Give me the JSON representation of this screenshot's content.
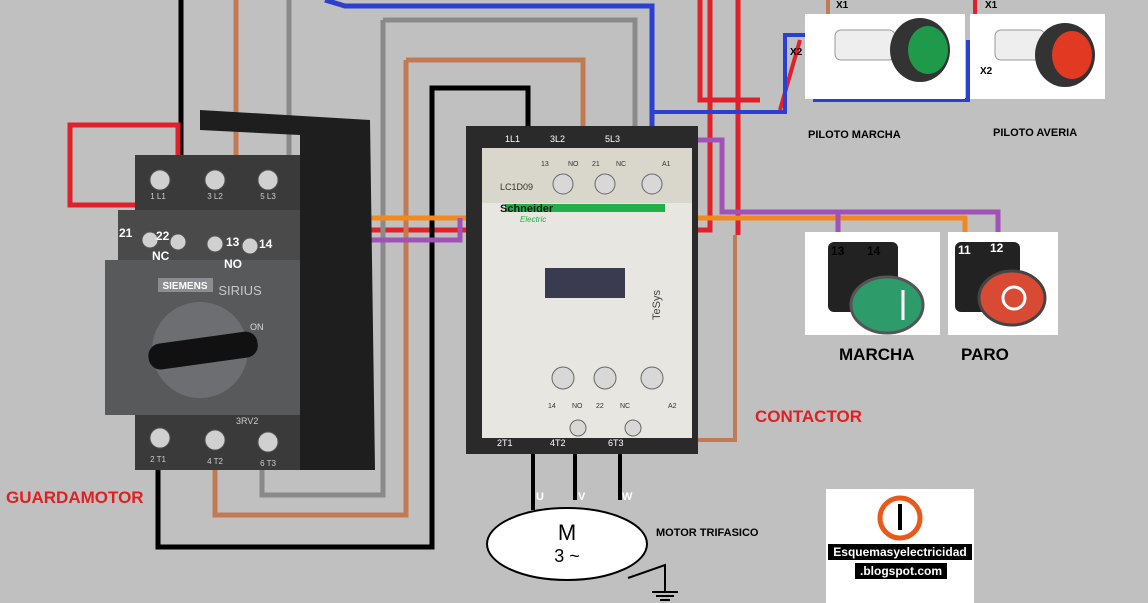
{
  "labels": {
    "guardamotor": "GUARDAMOTOR",
    "contactor": "CONTACTOR",
    "motor": "MOTOR TRIFASICO",
    "piloto_marcha": "PILOTO MARCHA",
    "piloto_averia": "PILOTO AVERIA",
    "marcha": "MARCHA",
    "paro": "PARO"
  },
  "guardamotor": {
    "brand": "SIEMENS",
    "series": "SIRIUS",
    "model": "3RV2",
    "on_label": "ON",
    "top_terminals": [
      "1 L1",
      "3 L2",
      "5 L3"
    ],
    "aux_terminals": [
      "21",
      "22",
      "13",
      "14"
    ],
    "aux_nc": "NC",
    "aux_no": "NO",
    "bottom_terminals": [
      "2 T1",
      "4 T2",
      "6 T3"
    ]
  },
  "contactor": {
    "brand": "Schneider",
    "brand_sub": "Electric",
    "model": "LC1D09",
    "series": "TeSys",
    "top_terminals": [
      "1L1",
      "3L2",
      "5L3"
    ],
    "aux_top": [
      "13",
      "NO",
      "21",
      "NC",
      "A1"
    ],
    "aux_bottom": [
      "14",
      "NO",
      "22",
      "NC",
      "A2"
    ],
    "bottom_terminals": [
      "2T1",
      "4T2",
      "6T3"
    ]
  },
  "motor": {
    "symbol": "M",
    "phases": "3 ~",
    "terminals": [
      "U",
      "V",
      "W"
    ]
  },
  "pilots": [
    {
      "name": "marcha",
      "x1": "X1",
      "x2": "X2",
      "color": "#1f9a4a"
    },
    {
      "name": "averia",
      "x1": "X1",
      "x2": "X2",
      "color": "#e23a22"
    }
  ],
  "buttons": [
    {
      "name": "marcha",
      "terminals": [
        "13",
        "14"
      ],
      "color": "#2e9b6a"
    },
    {
      "name": "paro",
      "terminals": [
        "11",
        "12"
      ],
      "color": "#d94a35"
    }
  ],
  "logo": {
    "line1": "Esquemasyelectricidad",
    "line2": ".blogspot.com"
  },
  "wire_colors": {
    "red": "#e0202a",
    "blue": "#2b3fd0",
    "brown": "#c27a55",
    "gray": "#8a8a8a",
    "black": "#000000",
    "orange": "#f08a20",
    "purple": "#a052b8"
  }
}
